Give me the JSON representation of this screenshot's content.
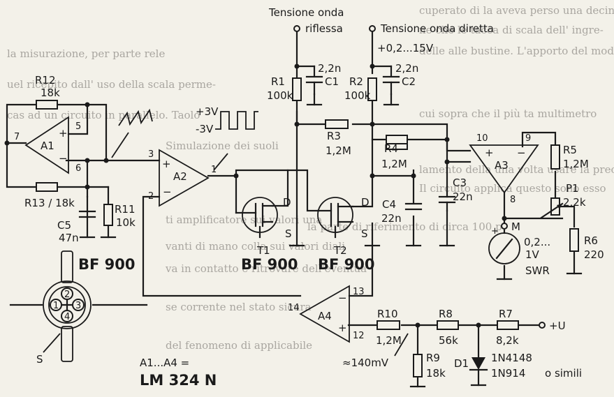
{
  "labels": {
    "refl_wave": [
      "Tensione onda",
      "riflessa"
    ],
    "direct_wave": "Tensione onda diretta",
    "supply": "+0,2...15V",
    "plus3v": "+3V",
    "minus3v": "-3V",
    "mv140": "≈140mV",
    "plus_u": "+U",
    "o_simili": "o simili",
    "swr": "SWR",
    "meter_range": [
      "0,2...",
      "1V"
    ],
    "meter_m": "M",
    "d": "D",
    "s": "S",
    "lm_range": "A1...A4 =",
    "lm324": "LM 324 N",
    "bf900_pin": "BF 900"
  },
  "parts": {
    "r1": [
      "R1",
      "100k"
    ],
    "c1": [
      "C1",
      "2,2n"
    ],
    "r2": [
      "R2",
      "100k"
    ],
    "c2": [
      "C2",
      "2,2n"
    ],
    "r3": [
      "R3",
      "1,2M"
    ],
    "r4": [
      "R4",
      "1,2M"
    ],
    "r5": [
      "R5",
      "1,2M"
    ],
    "c3": [
      "C3",
      "22n"
    ],
    "c4": [
      "C4",
      "22n"
    ],
    "p1": [
      "P1",
      "2,2k"
    ],
    "r6": [
      "R6",
      "220"
    ],
    "r12": [
      "R12",
      "18k"
    ],
    "r13": "R13 / 18k",
    "c5": [
      "C5",
      "47n"
    ],
    "r11": [
      "R11",
      "10k"
    ],
    "r10": [
      "R10",
      "1,2M"
    ],
    "r9": [
      "R9",
      "18k"
    ],
    "r8": [
      "R8",
      "56k"
    ],
    "r7": [
      "R7",
      "8,2k"
    ],
    "d1": "D1",
    "d1_types": [
      "1N4148",
      "1N914"
    ],
    "t1": [
      "T1",
      "BF 900"
    ],
    "t2": [
      "T2",
      "BF 900"
    ]
  },
  "opamps": {
    "a1": "A1",
    "a2": "A2",
    "a3": "A3",
    "a4": "A4",
    "pins": [
      "7",
      "5",
      "6",
      "3",
      "2",
      "1",
      "10",
      "9",
      "8",
      "14",
      "13",
      "12"
    ]
  },
  "pinout": [
    "1",
    "2",
    "3",
    "4"
  ],
  "background_text": [
    "cuperato di la aveva perso una decina",
    "ne che le tacca di scala dell' ingre-",
    "la misurazione, per parte rele",
    "delle alle bustine. L'apporto del modiv",
    "uel ricepito dall' uso della scala perme-",
    "cas ad un circuito in parallelo. Taolo",
    "cui sopra che il più ta multimetro",
    "lamento della una volta usare la prec",
    "Simulazione dei suoli",
    "Il circuito applica questo sono esso",
    "la parte di riferimento di circa 100 p",
    "ti amplificatore sui valori una",
    "vanti di mano colla sui valori diali",
    "va in contatto e ritrovare dell'eventua",
    "se corrente nel stato sicura",
    "del fenomeno di applicabile"
  ],
  "colors": {
    "paper": "#f3f1e9",
    "ink": "#1a1a1a",
    "bgtext": "#a9a6a0"
  }
}
